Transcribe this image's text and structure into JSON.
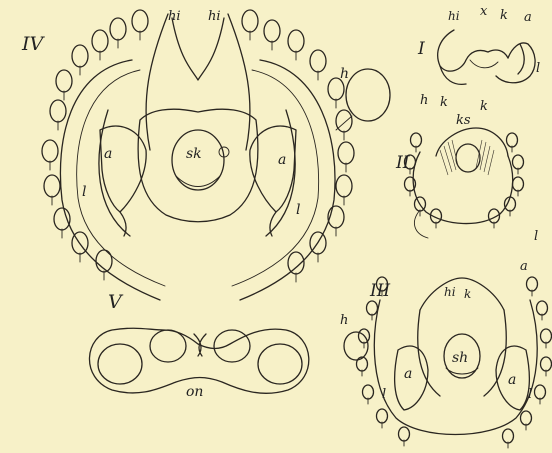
{
  "plate": {
    "background": "#f7f1c8",
    "ink": "#2a2620"
  },
  "figures": {
    "fig1": {
      "numeral": "I",
      "labels": {
        "hi": "hi",
        "x": "x",
        "k": "k",
        "a": "a",
        "l": "l"
      }
    },
    "fig2": {
      "numeral": "II",
      "labels": {
        "h": "h",
        "k1": "k",
        "ks": "ks",
        "k2": "k",
        "l": "l"
      }
    },
    "fig3": {
      "numeral": "III",
      "labels": {
        "a_top": "a",
        "hi": "hi",
        "k": "k",
        "h": "h",
        "sh": "sh",
        "a_left": "a",
        "a_right": "a",
        "l_left": "l",
        "l_right": "l"
      }
    },
    "fig4": {
      "numeral": "IV",
      "labels": {
        "hi1": "hi",
        "hi2": "hi",
        "h": "h",
        "a_left": "a",
        "sk": "sk",
        "a_right": "a",
        "l_left": "l",
        "l_right": "l"
      }
    },
    "fig5": {
      "numeral": "V",
      "labels": {
        "on": "on"
      }
    }
  }
}
